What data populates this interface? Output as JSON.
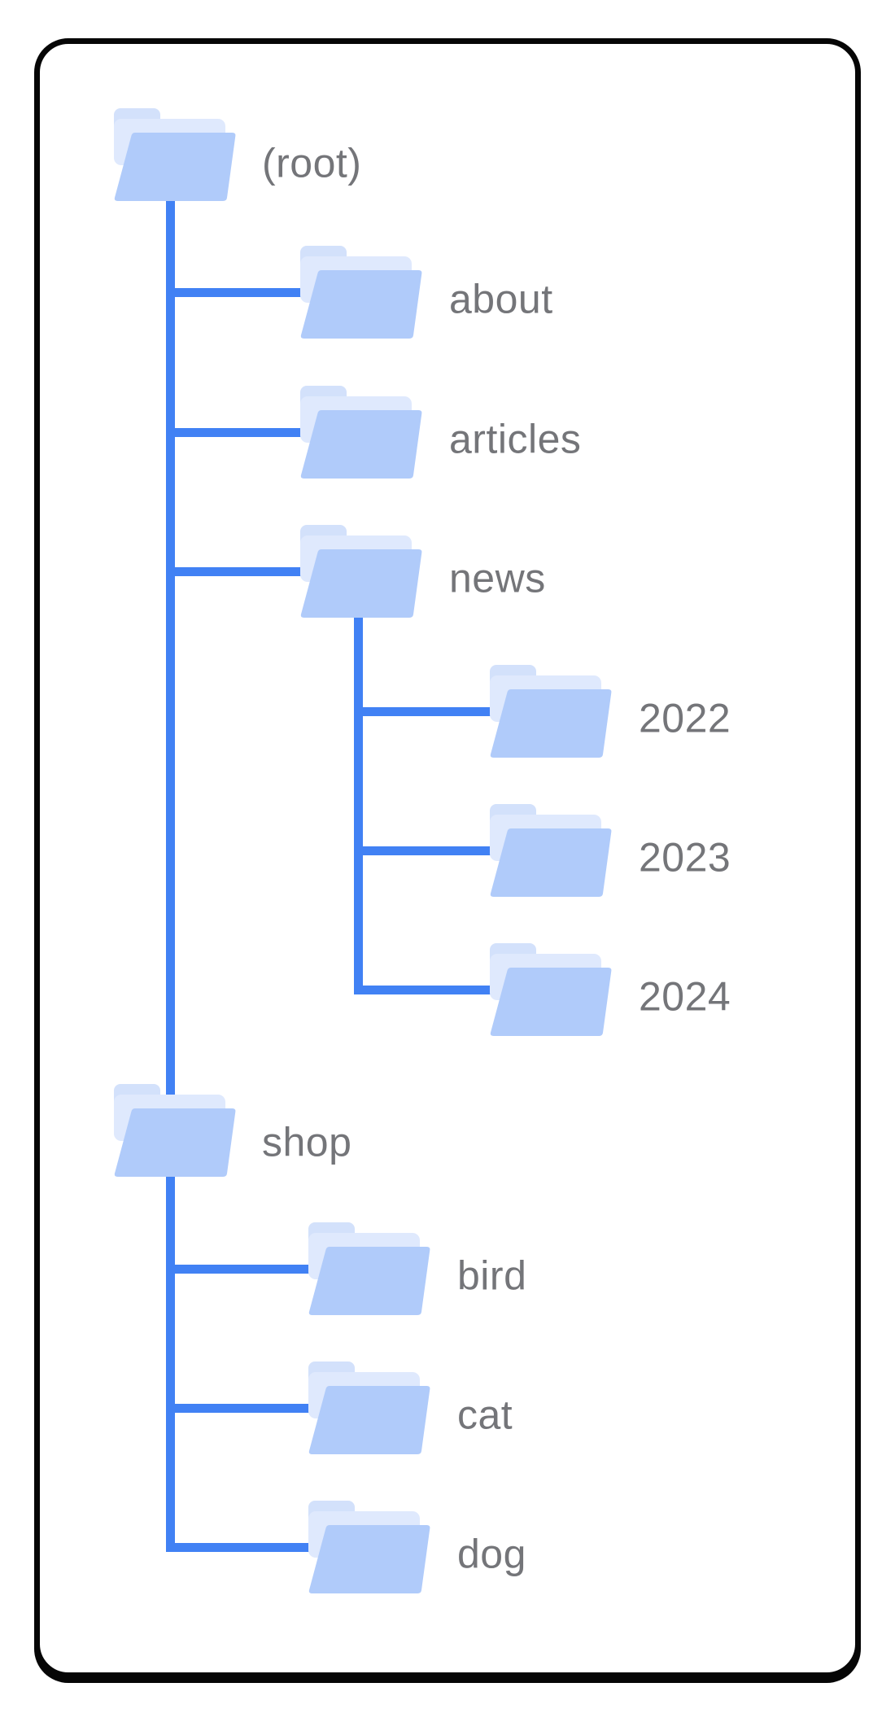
{
  "diagram": {
    "type": "folder-tree",
    "description": "Directory structure diagram: a site root folder with child folders; the news and shop folders contain their own subfolders.",
    "colors": {
      "background": "#ffffff",
      "card_fill": "#ffffff",
      "card_border": "#060606",
      "connector": "#4181f4",
      "folder_front": "#b0cbfa",
      "folder_back": "#dfe9fd",
      "folder_tab": "#d3e1fb",
      "label_text": "#747579"
    },
    "tree": {
      "label": "(root)",
      "children": [
        {
          "label": "about",
          "children": []
        },
        {
          "label": "articles",
          "children": []
        },
        {
          "label": "news",
          "children": [
            {
              "label": "2022",
              "children": []
            },
            {
              "label": "2023",
              "children": []
            },
            {
              "label": "2024",
              "children": []
            }
          ]
        },
        {
          "label": "shop",
          "children": [
            {
              "label": "bird",
              "children": []
            },
            {
              "label": "cat",
              "children": []
            },
            {
              "label": "dog",
              "children": []
            }
          ]
        }
      ]
    }
  }
}
